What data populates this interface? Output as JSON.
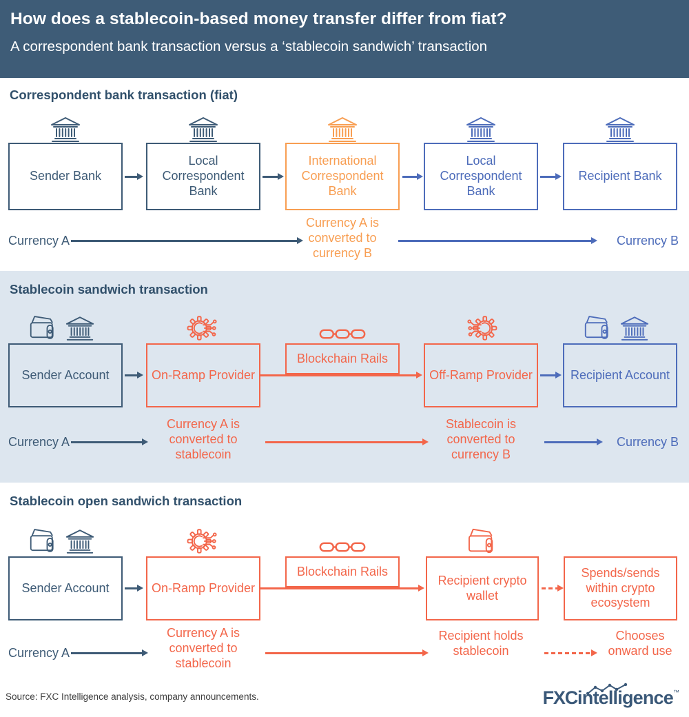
{
  "header": {
    "title": "How does a stablecoin-based money transfer differ from fiat?",
    "subtitle": "A correspondent bank transaction versus a ‘stablecoin sandwich’ transaction"
  },
  "colors": {
    "header_bg": "#3e5c77",
    "slate": "#3e5b76",
    "blue": "#4d6cba",
    "amber": "#f89e52",
    "coral": "#f3664a",
    "section2_bg": "#dde6ef"
  },
  "sections": [
    {
      "title": "Correspondent bank transaction (fiat)",
      "boxes": [
        {
          "label": "Sender Bank",
          "icon": "bank",
          "color": "slate"
        },
        {
          "label": "Local Correspondent Bank",
          "icon": "bank",
          "color": "slate"
        },
        {
          "label": "International Correspondent Bank",
          "icon": "bank",
          "color": "amber"
        },
        {
          "label": "Local Correspondent Bank",
          "icon": "bank",
          "color": "blue"
        },
        {
          "label": "Recipient Bank",
          "icon": "bank",
          "color": "blue"
        }
      ],
      "flow": {
        "start": "Currency A",
        "note": "Currency A is converted to currency B",
        "end": "Currency B"
      }
    },
    {
      "title": "Stablecoin sandwich transaction",
      "boxes": [
        {
          "label": "Sender Account",
          "icon": "wallet-bank",
          "color": "slate"
        },
        {
          "label": "On-Ramp Provider",
          "icon": "gear-circuit",
          "color": "coral"
        },
        {
          "label": "Blockchain Rails",
          "icon": "chain",
          "color": "coral"
        },
        {
          "label": "Off-Ramp Provider",
          "icon": "gear-circuit-mirrored",
          "color": "coral"
        },
        {
          "label": "Recipient Account",
          "icon": "wallet-bank",
          "color": "blue"
        }
      ],
      "flow": {
        "start": "Currency A",
        "note1": "Currency A is converted to stablecoin",
        "note2": "Stablecoin is converted to currency B",
        "end": "Currency B"
      }
    },
    {
      "title": "Stablecoin open sandwich transaction",
      "boxes": [
        {
          "label": "Sender Account",
          "icon": "wallet-bank",
          "color": "slate"
        },
        {
          "label": "On-Ramp Provider",
          "icon": "gear-circuit",
          "color": "coral"
        },
        {
          "label": "Blockchain Rails",
          "icon": "chain",
          "color": "coral"
        },
        {
          "label": "Recipient crypto wallet",
          "icon": "wallet",
          "color": "coral"
        },
        {
          "label": "Spends/sends within crypto ecosystem",
          "icon": "none",
          "color": "coral"
        }
      ],
      "flow": {
        "start": "Currency A",
        "note1": "Currency A is converted to stablecoin",
        "note2": "Recipient holds stablecoin",
        "note3": "Chooses onward use"
      }
    }
  ],
  "footer": {
    "source": "Source: FXC Intelligence analysis, company announcements.",
    "logo": {
      "part1": "FXC",
      "part2": "intelligence",
      "tm": "™"
    }
  }
}
